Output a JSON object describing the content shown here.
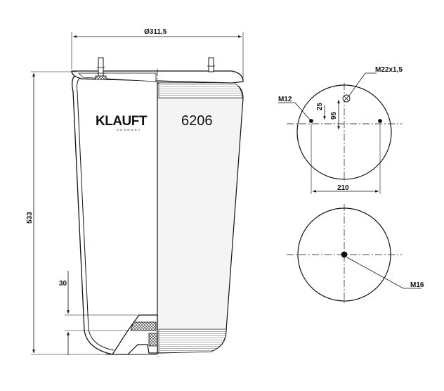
{
  "drawing": {
    "brand": {
      "name": "KLAUFT",
      "tagline": "GERMANY"
    },
    "part_number": "6206",
    "dimensions": {
      "top_diameter": "Ø311,5",
      "height": "533",
      "lower_offset": "30",
      "bolt_spacing": "210",
      "offset_small": "25",
      "offset_large": "95"
    },
    "threads": {
      "top_bolts": "M12",
      "air_inlet": "M22x1,5",
      "bottom_bolt": "M16"
    },
    "colors": {
      "ink": "#111111",
      "rubber": "#f2f2f2",
      "hatch": "#333333"
    }
  }
}
